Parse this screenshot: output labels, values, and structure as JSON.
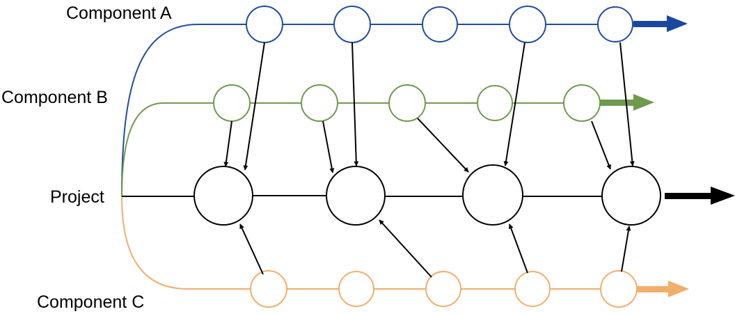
{
  "labels": {
    "component_a": "Component A",
    "component_b": "Component B",
    "project": "Project",
    "component_c": "Component C"
  },
  "colors": {
    "component_a": "#1f4e9c",
    "component_a_arrow": "#1a47a0",
    "component_b": "#6f9a4e",
    "component_b_arrow": "#6f9a4e",
    "project": "#000000",
    "component_c": "#f2ae6b",
    "component_c_arrow": "#f2ae6b"
  }
}
